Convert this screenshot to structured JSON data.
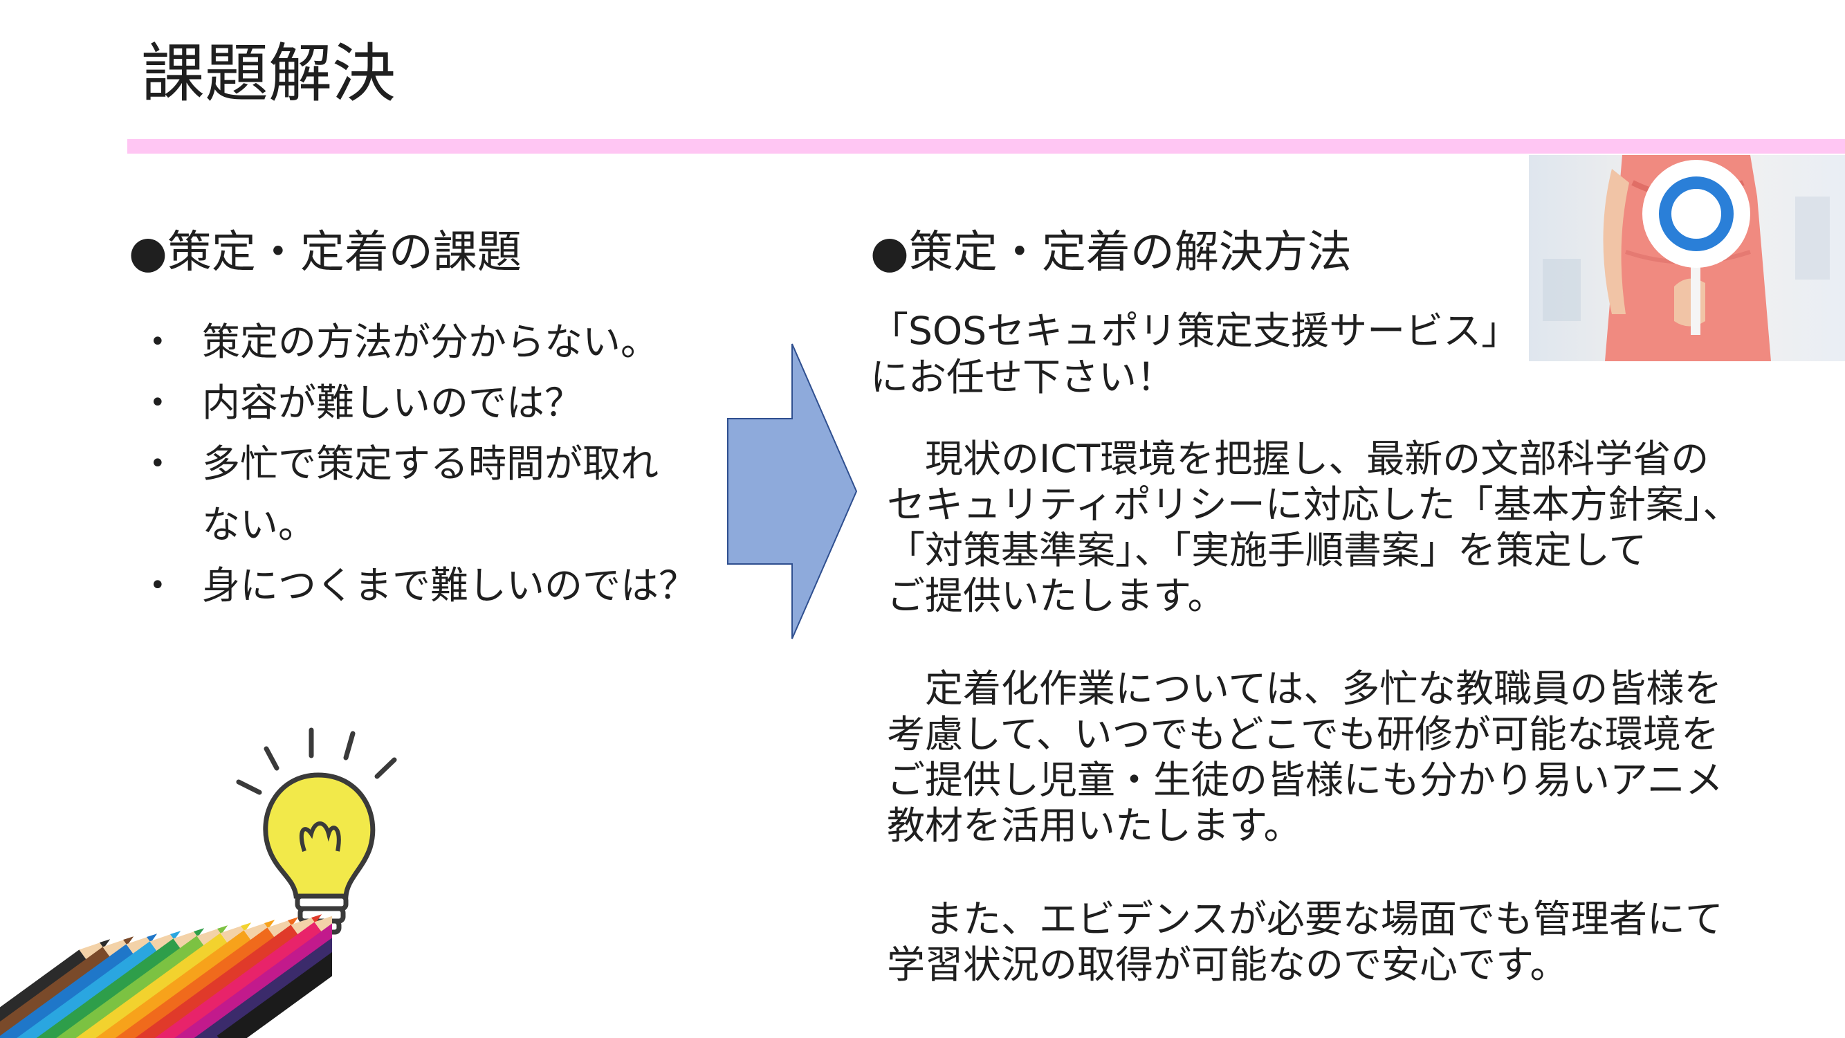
{
  "title": "課題解決",
  "left": {
    "heading": "●策定・定着の課題",
    "bullet": "•",
    "items": [
      {
        "lines": [
          "策定の方法が分からない。"
        ]
      },
      {
        "lines": [
          "内容が難しいのでは？"
        ]
      },
      {
        "lines": [
          "多忙で策定する時間が取れ",
          "ない。"
        ]
      },
      {
        "lines": [
          "身につくまで難しいのでは？"
        ]
      }
    ]
  },
  "right": {
    "heading": "●策定・定着の解決方法",
    "service_name": "「SOSセキュポリ策定支援サービス」",
    "entrust": "にお任せ下さい！",
    "paragraphs": [
      {
        "lines": [
          "　現状のICT環境を把握し、最新の文部科学省の",
          "セキュリティポリシーに対応した「基本方針案」、",
          "「対策基準案」、「実施手順書案」を策定して",
          "ご提供いたします。"
        ]
      },
      {
        "lines": [
          "　定着化作業については、多忙な教職員の皆様を",
          "考慮して、いつでもどこでも研修が可能な環境を",
          "ご提供し児童・生徒の皆様にも分かり易いアニメ",
          "教材を活用いたします。"
        ]
      },
      {
        "lines": [
          "　また、エビデンスが必要な場面でも管理者にて",
          "学習状況の取得が可能なので安心です。"
        ]
      }
    ]
  },
  "colors": {
    "accent_bar": "#ffc6f3",
    "arrow_fill": "#8eaadb",
    "arrow_stroke": "#2f4f8f",
    "bulb_fill": "#f2e94a"
  },
  "icons": {
    "arrow": "right-arrow-icon",
    "bulb": "lightbulb-icon",
    "pencils": "colored-pencils-illustration",
    "photo": "child-holding-circle-sign-photo"
  }
}
